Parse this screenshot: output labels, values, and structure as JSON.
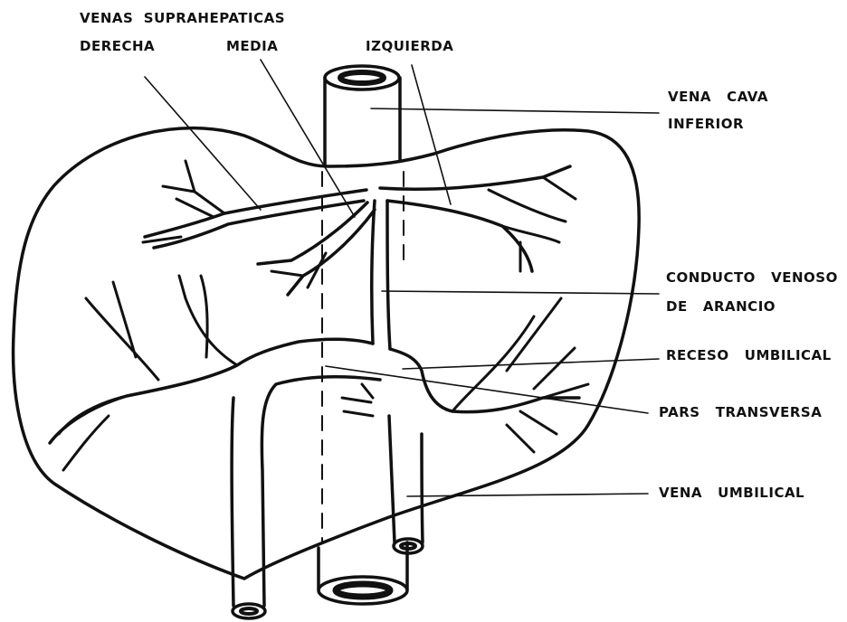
{
  "labels": {
    "venas_suprahepaticas": "VENAS  SUPRAHEPATICAS",
    "derecha": "DERECHA",
    "media": "MEDIA",
    "izquierda": "IZQUIERDA",
    "vena_cava_line1": "VENA   CAVA",
    "vena_cava_line2": "INFERIOR",
    "conducto_line1": "CONDUCTO   VENOSO",
    "conducto_line2": "DE   ARANCIO",
    "receso_umbilical": "RECESO   UMBILICAL",
    "pars_transversa": "PARS   TRANSVERSA",
    "vena_umbilical": "VENA   UMBILICAL"
  }
}
